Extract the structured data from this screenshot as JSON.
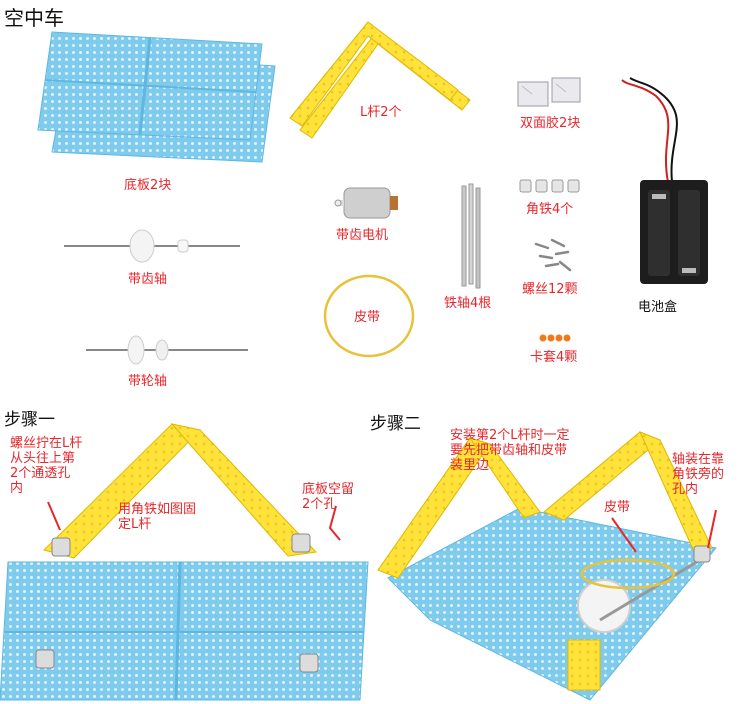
{
  "title": "空中车",
  "parts": {
    "base_plate": "底板2块",
    "l_bar": "L杆2个",
    "tape": "双面胶2块",
    "gear_motor": "带齿电机",
    "rod": "铁轴4根",
    "angle_iron": "角铁4个",
    "battery_box": "电池盒",
    "gear_shaft": "带齿轴",
    "belt": "皮带",
    "screws": "螺丝12颗",
    "wheel_shaft": "带轮轴",
    "clips": "卡套4颗"
  },
  "step1": {
    "title": "步骤一",
    "note_screw": [
      "螺丝拧在L杆",
      "从头往上第",
      "2个通透孔",
      "内"
    ],
    "note_angle": [
      "用角铁如图固",
      "定L杆"
    ],
    "note_gap": [
      "底板空留",
      "2个孔"
    ]
  },
  "step2": {
    "title": "步骤二",
    "note_install": [
      "安装第2个L杆时一定",
      "要先把带齿轴和皮带",
      "装里边"
    ],
    "note_belt": "皮带",
    "note_axle": [
      "轴装在靠",
      "角铁旁的",
      "孔内"
    ]
  },
  "colors": {
    "plate_blue": "#7ecbee",
    "bar_yellow": "#ffe33a",
    "label_red": "#e8262b"
  }
}
